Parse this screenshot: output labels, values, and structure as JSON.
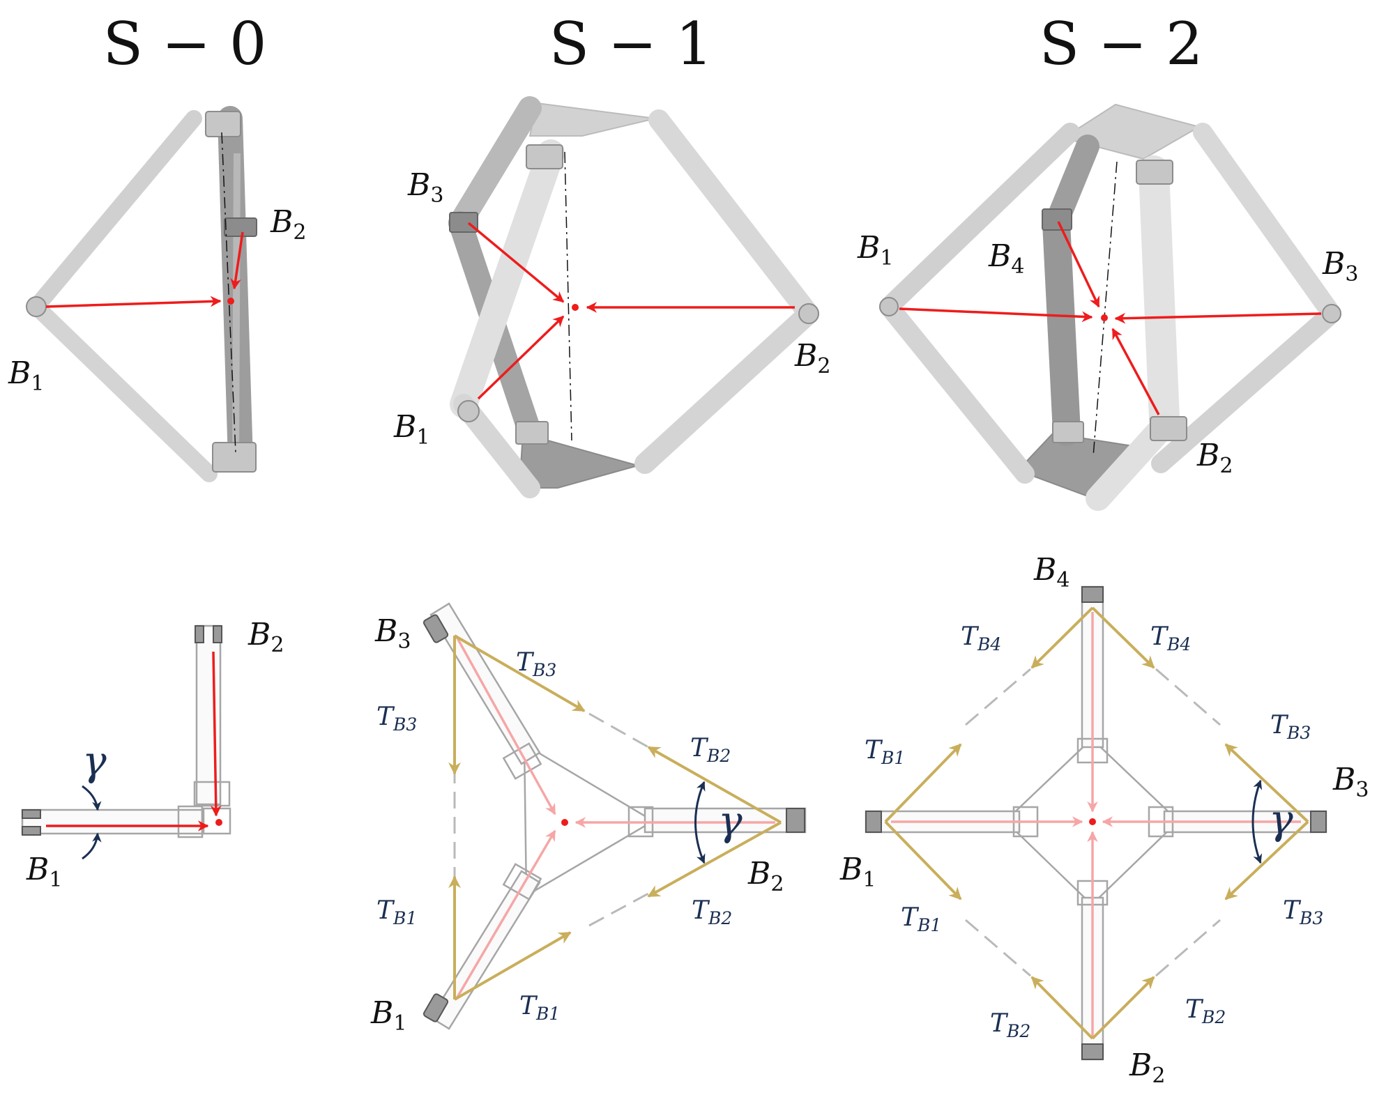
{
  "titles": {
    "s0": "S − 0",
    "s1": "S − 1",
    "s2": "S − 2"
  },
  "labels": {
    "base": "B",
    "tension": "T",
    "gamma": "γ"
  },
  "subscripts": {
    "b1": "1",
    "b2": "2",
    "b3": "3",
    "b4": "4",
    "tb1": "B1",
    "tb2": "B2",
    "tb3": "B3",
    "tb4": "B4"
  },
  "colors": {
    "red_arrow": "#ee1c1c",
    "pink_arrow": "#f6a6a6",
    "gold_arrow": "#c9ae5b",
    "label_navy": "#1b2f52",
    "rod_light": "#dcdcdc",
    "rod_dark": "#a8a8a8"
  }
}
